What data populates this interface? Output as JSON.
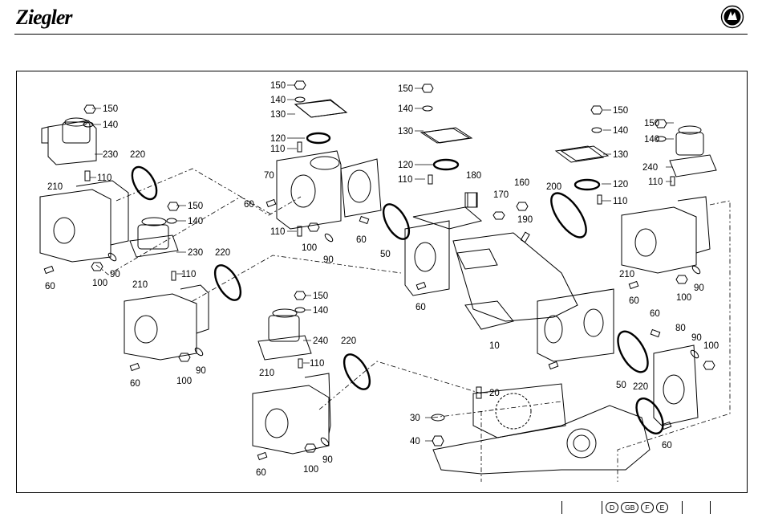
{
  "header": {
    "brand": "Ziegler"
  },
  "callouts": [
    {
      "id": "c150a",
      "text": "150"
    },
    {
      "id": "c140a",
      "text": "140"
    },
    {
      "id": "c230a",
      "text": "230"
    },
    {
      "id": "c220a",
      "text": "220"
    },
    {
      "id": "c110a",
      "text": "110"
    },
    {
      "id": "c210a",
      "text": "210"
    },
    {
      "id": "c60a",
      "text": "60"
    },
    {
      "id": "c100a",
      "text": "100"
    },
    {
      "id": "c90a",
      "text": "90"
    },
    {
      "id": "c150b",
      "text": "150"
    },
    {
      "id": "c140b",
      "text": "140"
    },
    {
      "id": "c230b",
      "text": "230"
    },
    {
      "id": "c110b",
      "text": "110"
    },
    {
      "id": "c220b",
      "text": "220"
    },
    {
      "id": "c210b",
      "text": "210"
    },
    {
      "id": "c60b",
      "text": "60"
    },
    {
      "id": "c100b",
      "text": "100"
    },
    {
      "id": "c90b",
      "text": "90"
    },
    {
      "id": "c150c",
      "text": "150"
    },
    {
      "id": "c140c",
      "text": "140"
    },
    {
      "id": "c130c",
      "text": "130"
    },
    {
      "id": "c120c",
      "text": "120"
    },
    {
      "id": "c110c",
      "text": "110"
    },
    {
      "id": "c70c",
      "text": "70"
    },
    {
      "id": "c60c",
      "text": "60"
    },
    {
      "id": "c110c2",
      "text": "110"
    },
    {
      "id": "c100c",
      "text": "100"
    },
    {
      "id": "c90c",
      "text": "90"
    },
    {
      "id": "c60c2",
      "text": "60"
    },
    {
      "id": "c50c",
      "text": "50"
    },
    {
      "id": "c150d",
      "text": "150"
    },
    {
      "id": "c140d",
      "text": "140"
    },
    {
      "id": "c130d",
      "text": "130"
    },
    {
      "id": "c120d",
      "text": "120"
    },
    {
      "id": "c110d",
      "text": "110"
    },
    {
      "id": "c180d",
      "text": "180"
    },
    {
      "id": "c170d",
      "text": "170"
    },
    {
      "id": "c160d",
      "text": "160"
    },
    {
      "id": "c190d",
      "text": "190"
    },
    {
      "id": "c60d",
      "text": "60"
    },
    {
      "id": "c10d",
      "text": "10"
    },
    {
      "id": "c200d",
      "text": "200"
    },
    {
      "id": "c150e",
      "text": "150"
    },
    {
      "id": "c140e",
      "text": "140"
    },
    {
      "id": "c130e",
      "text": "130"
    },
    {
      "id": "c120e",
      "text": "120"
    },
    {
      "id": "c110e",
      "text": "110"
    },
    {
      "id": "c150f",
      "text": "150"
    },
    {
      "id": "c140f",
      "text": "140"
    },
    {
      "id": "c240f",
      "text": "240"
    },
    {
      "id": "c110f",
      "text": "110"
    },
    {
      "id": "c210f",
      "text": "210"
    },
    {
      "id": "c60f",
      "text": "60"
    },
    {
      "id": "c100f",
      "text": "100"
    },
    {
      "id": "c90f",
      "text": "90"
    },
    {
      "id": "c60g",
      "text": "60"
    },
    {
      "id": "c80g",
      "text": "80"
    },
    {
      "id": "c90g",
      "text": "90"
    },
    {
      "id": "c100g",
      "text": "100"
    },
    {
      "id": "c50g",
      "text": "50"
    },
    {
      "id": "c220g",
      "text": "220"
    },
    {
      "id": "c60g2",
      "text": "60"
    },
    {
      "id": "c150h",
      "text": "150"
    },
    {
      "id": "c140h",
      "text": "140"
    },
    {
      "id": "c240h",
      "text": "240"
    },
    {
      "id": "c110h",
      "text": "110"
    },
    {
      "id": "c220h",
      "text": "220"
    },
    {
      "id": "c210h",
      "text": "210"
    },
    {
      "id": "c60h",
      "text": "60"
    },
    {
      "id": "c100h",
      "text": "100"
    },
    {
      "id": "c90h",
      "text": "90"
    },
    {
      "id": "c20h",
      "text": "20"
    },
    {
      "id": "c30h",
      "text": "30"
    },
    {
      "id": "c40h",
      "text": "40"
    }
  ],
  "footer": {
    "languages": [
      "D",
      "GB",
      "F",
      "E"
    ]
  }
}
